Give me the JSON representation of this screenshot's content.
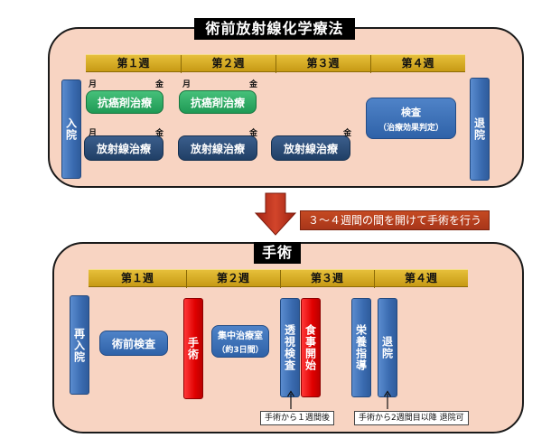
{
  "top": {
    "title": "術前放射線化学療法",
    "weeks": [
      "第１週",
      "第２週",
      "第３週",
      "第４週"
    ],
    "admission": "入院",
    "discharge": "退院",
    "mon": "月",
    "fri": "金",
    "chemo": "抗癌剤治療",
    "radiation": "放射線治療",
    "exam_title": "検査",
    "exam_sub": "（治療効果判定）"
  },
  "arrow": {
    "banner": "３～４週間の間を開けて手術を行う"
  },
  "bottom": {
    "title": "手術",
    "weeks": [
      "第１週",
      "第２週",
      "第３週",
      "第４週"
    ],
    "readmission": "再入院",
    "preop_exam": "術前検査",
    "surgery": "手術",
    "icu_line1": "集中治療室",
    "icu_line2": "（約3日間）",
    "fluoro": "透視検査",
    "meal": "食事開始",
    "nutrition": "栄養指導",
    "discharge": "退院",
    "note1": "手術から１週間後",
    "note2": "手術から2週間目以降 退院可"
  },
  "colors": {
    "panel": "#f8d4c2",
    "gold": "#d4a825",
    "blue": "#3a6bb0",
    "navy": "#203f66",
    "green": "#22a35a",
    "red": "#e00000",
    "arrow": "#c0392b"
  }
}
